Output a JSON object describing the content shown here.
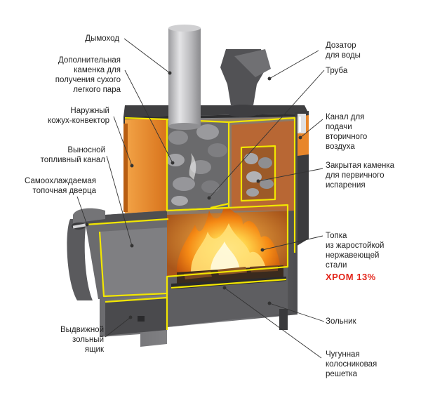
{
  "labels": {
    "chimney": "Дымоход",
    "extra_heater": "Дополнительная\nкаменка для\nполучения сухого\nлегкого пара",
    "outer_casing": "Наружный\nкожух-конвектор",
    "remote_channel": "Выносной\nтопливный канал",
    "door": "Самоохлаждаемая\nтопочная дверца",
    "ash_drawer": "Выдвижной\nзольный\nящик",
    "water_dispenser": "Дозатор\nдля воды",
    "pipe": "Труба",
    "air_channel": "Канал для\nподачи\nвторичного\nвоздуха",
    "closed_heater": "Закрытая каменка\nдля первичного\nиспарения",
    "firebox": "Топка\nиз жаростойкой\nнержавеющей\nстали",
    "chrome": "ХРОМ 13%",
    "ash_pit": "Зольник",
    "grate": "Чугунная\nколосниковая\nрешетка"
  },
  "colors": {
    "steel": "#5a5a5c",
    "casing_orange": "#e8862a",
    "highlight_yellow": "#f2e600",
    "fire": "#f6a21a",
    "accent_red": "#e3261b"
  }
}
